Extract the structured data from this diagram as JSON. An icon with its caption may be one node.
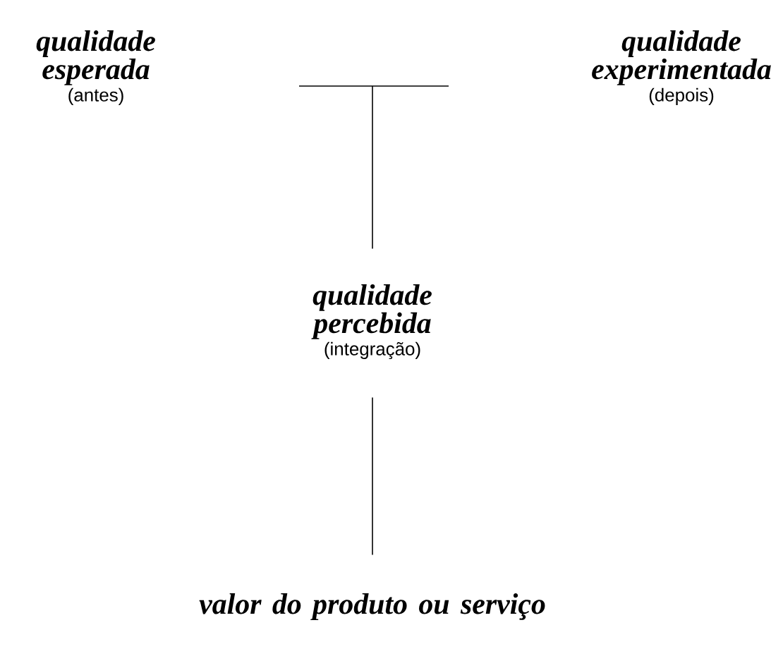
{
  "diagram": {
    "nodes": [
      {
        "text": [
          "qualidade esperada",
          "(antes)"
        ]
      },
      {
        "text": [
          "qualidade experimentada",
          "(depois)"
        ]
      },
      {
        "text": [
          "qualidade percebida",
          "(integração)"
        ]
      },
      {
        "text": [
          "valor do produto ou serviço"
        ]
      }
    ],
    "edges": [
      {
        "from": null,
        "to": 2,
        "arrow": "none"
      },
      {
        "from": 2,
        "to": 3,
        "arrow": "none"
      }
    ]
  }
}
